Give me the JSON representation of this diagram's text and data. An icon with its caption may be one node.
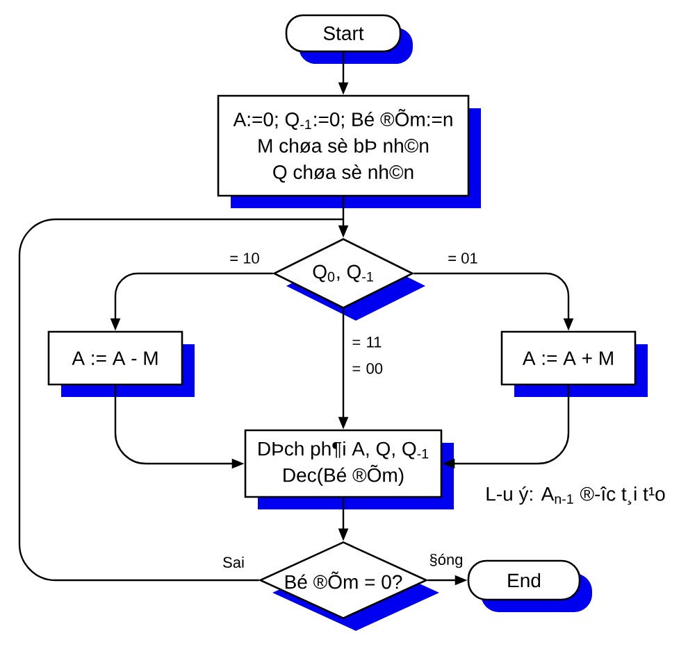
{
  "diagram": {
    "nodes": [
      {
        "text": [
          "Start"
        ]
      },
      {
        "text": [
          "A:=0; Q$_{-1}$:=0; Bé ®Õm:=n",
          "M chøa sè bÞ nh©n",
          "Q chøa sè nh©n"
        ]
      },
      {
        "text": [
          "Q$_{0}$, Q$_{-1}$"
        ]
      },
      {
        "text": [
          "A := A - M"
        ]
      },
      {
        "text": [
          "A := A + M"
        ]
      },
      {
        "text": [
          "DÞch ph¶i A, Q, Q$_{-1}$",
          "Dec(Bé ®Õm)"
        ]
      },
      {
        "text": [
          "Bé ®Õm = 0?"
        ]
      },
      {
        "text": [
          "End"
        ]
      }
    ],
    "edges": [
      {
        "from": 0,
        "to": 1,
        "arrow": "to"
      },
      {
        "from": 1,
        "to": 2,
        "arrow": "to"
      },
      {
        "from": 2,
        "to": 3,
        "arrow": "to",
        "label": "= 10"
      },
      {
        "from": 2,
        "to": 4,
        "arrow": "to",
        "label": "= 01"
      },
      {
        "from": 2,
        "to": 5,
        "arrow": "to",
        "label": "= 11 = 00"
      },
      {
        "from": 3,
        "to": 5,
        "arrow": "to"
      },
      {
        "from": 4,
        "to": 5,
        "arrow": "to"
      },
      {
        "from": 5,
        "to": 6,
        "arrow": "to"
      },
      {
        "from": 6,
        "to": 7,
        "arrow": "to",
        "label": "§óng"
      },
      {
        "from": 6,
        "to": 2,
        "arrow": "to",
        "label": "Sai"
      }
    ],
    "labels": [
      "L-u ý: A$_{n-1}$ ®-îc t¸i t¹o"
    ]
  }
}
